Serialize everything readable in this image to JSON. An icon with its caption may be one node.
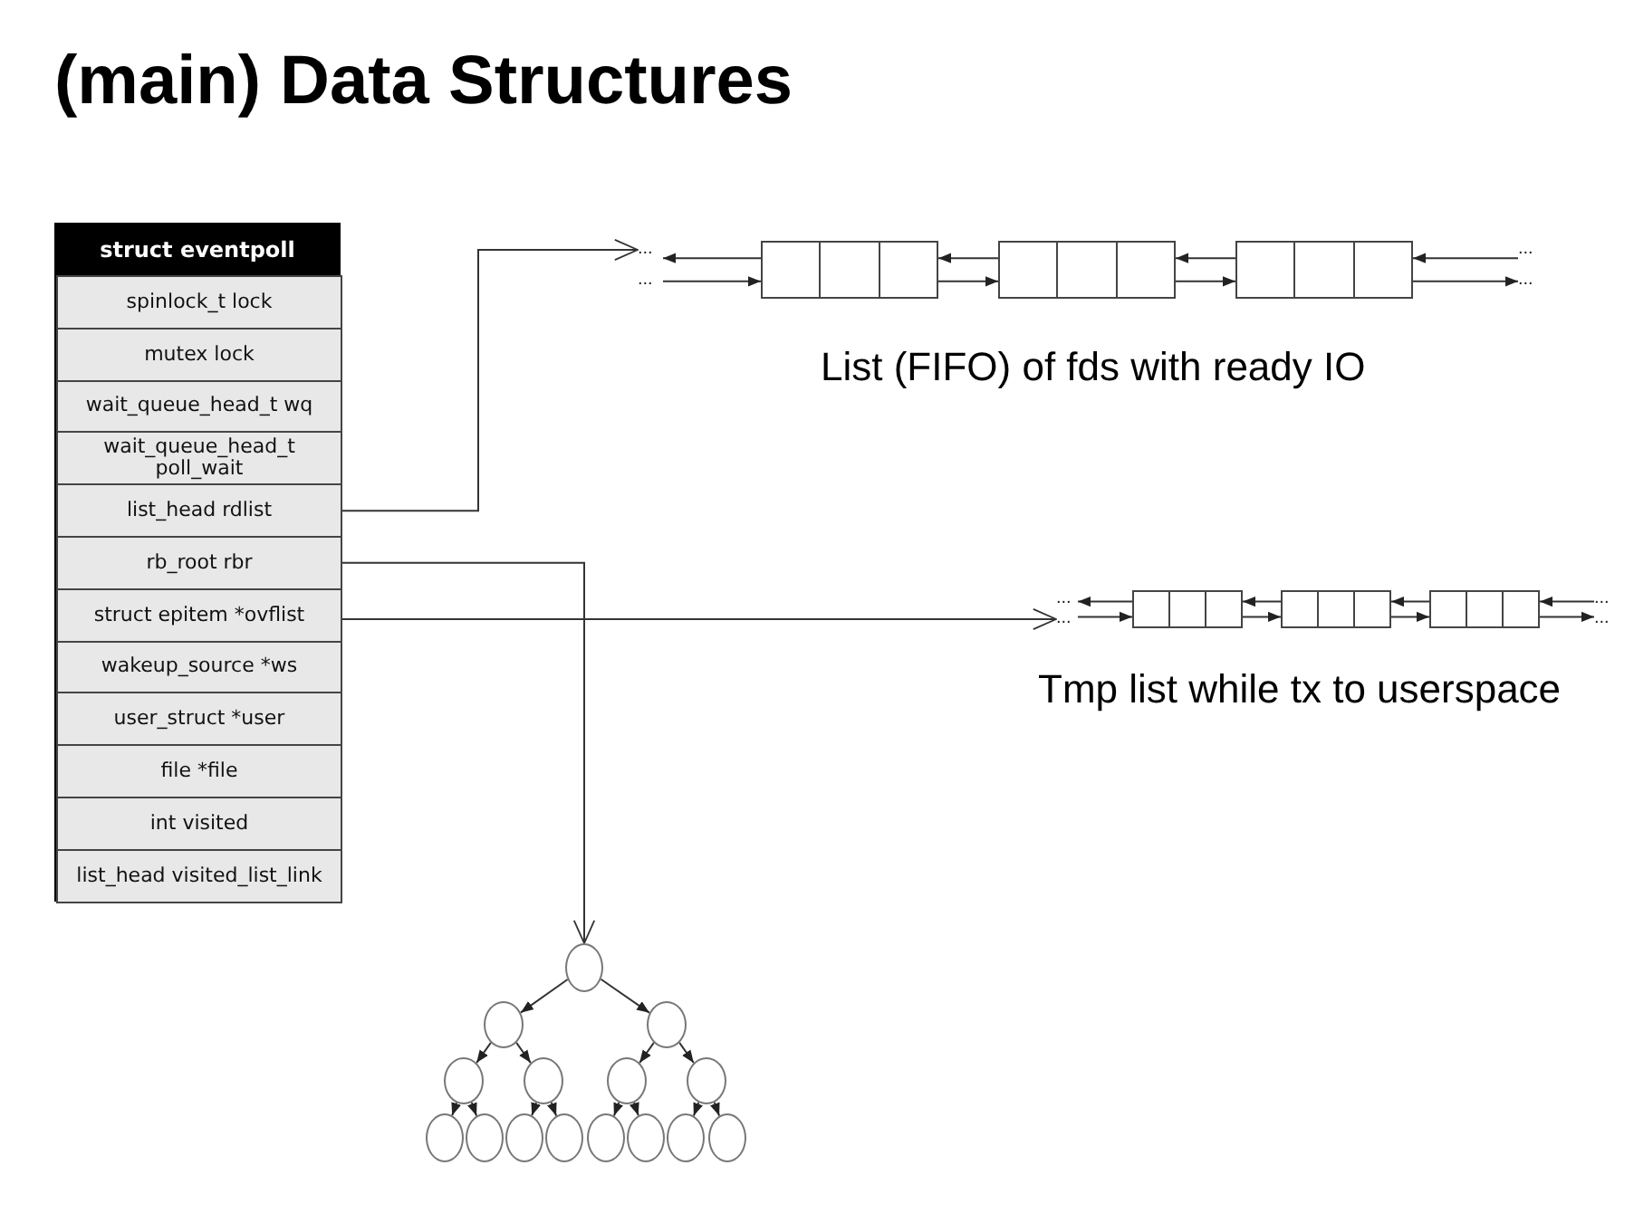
{
  "diagram": {
    "title": "(main) Data Structures",
    "nodes": [
      {
        "text": [
          "struct eventpoll"
        ]
      },
      {
        "text": [
          "spinlock_t lock"
        ],
        "in": 0
      },
      {
        "text": [
          "mutex lock"
        ],
        "in": 0
      },
      {
        "text": [
          "wait_queue_head_t wq"
        ],
        "in": 0
      },
      {
        "text": [
          "wait_queue_head_t poll_wait"
        ],
        "in": 0
      },
      {
        "text": [
          "list_head rdlist"
        ],
        "in": 0
      },
      {
        "text": [
          "rb_root rbr"
        ],
        "in": 0
      },
      {
        "text": [
          "struct epitem *ovflist"
        ],
        "in": 0
      },
      {
        "text": [
          "wakeup_source *ws"
        ],
        "in": 0
      },
      {
        "text": [
          "user_struct *user"
        ],
        "in": 0
      },
      {
        "text": [
          "file *file"
        ],
        "in": 0
      },
      {
        "text": [
          "int visited"
        ],
        "in": 0
      },
      {
        "text": [
          "list_head visited_list_link"
        ],
        "in": 0
      },
      {
        "text": [
          "..."
        ]
      },
      {
        "text": [
          "..."
        ]
      },
      {
        "text": [],
        "shape": "box"
      },
      {
        "text": [],
        "shape": "box"
      },
      {
        "text": [],
        "shape": "box"
      },
      {
        "text": [
          "..."
        ]
      },
      {
        "text": [
          "..."
        ]
      },
      {
        "text": [
          "..."
        ]
      },
      {
        "text": [
          "..."
        ]
      },
      {
        "text": [],
        "shape": "box"
      },
      {
        "text": [],
        "shape": "box"
      },
      {
        "text": [],
        "shape": "box"
      },
      {
        "text": [
          "..."
        ]
      },
      {
        "text": [
          "..."
        ]
      },
      {
        "text": [],
        "shape": "circle"
      },
      {
        "text": [],
        "shape": "circle"
      },
      {
        "text": [],
        "shape": "circle"
      },
      {
        "text": [],
        "shape": "circle"
      },
      {
        "text": [],
        "shape": "circle"
      },
      {
        "text": [],
        "shape": "circle"
      },
      {
        "text": [],
        "shape": "circle"
      },
      {
        "text": [],
        "shape": "circle"
      },
      {
        "text": [],
        "shape": "circle"
      },
      {
        "text": [],
        "shape": "circle"
      },
      {
        "text": [],
        "shape": "circle"
      },
      {
        "text": [],
        "shape": "circle"
      },
      {
        "text": [],
        "shape": "circle"
      },
      {
        "text": [],
        "shape": "circle"
      },
      {
        "text": [],
        "shape": "circle"
      }
    ],
    "edges": [
      {
        "from": 5,
        "to": 13,
        "arrow": "to"
      },
      {
        "from": 6,
        "to": 27,
        "arrow": "to"
      },
      {
        "from": 7,
        "to": 21,
        "arrow": "to"
      },
      {
        "from": 15,
        "to": 13,
        "arrow": "to"
      },
      {
        "from": 14,
        "to": 15,
        "arrow": "to"
      },
      {
        "from": 16,
        "to": 15,
        "arrow": "to"
      },
      {
        "from": 15,
        "to": 16,
        "arrow": "to"
      },
      {
        "from": 17,
        "to": 16,
        "arrow": "to"
      },
      {
        "from": 16,
        "to": 17,
        "arrow": "to"
      },
      {
        "from": 18,
        "to": 17,
        "arrow": "to"
      },
      {
        "from": 17,
        "to": 19,
        "arrow": "to"
      },
      {
        "from": 22,
        "to": 20,
        "arrow": "to"
      },
      {
        "from": 21,
        "to": 22,
        "arrow": "to"
      },
      {
        "from": 23,
        "to": 22,
        "arrow": "to"
      },
      {
        "from": 22,
        "to": 23,
        "arrow": "to"
      },
      {
        "from": 24,
        "to": 23,
        "arrow": "to"
      },
      {
        "from": 23,
        "to": 24,
        "arrow": "to"
      },
      {
        "from": 25,
        "to": 24,
        "arrow": "to"
      },
      {
        "from": 24,
        "to": 26,
        "arrow": "to"
      },
      {
        "from": 27,
        "to": 28,
        "arrow": "to"
      },
      {
        "from": 27,
        "to": 29,
        "arrow": "to"
      },
      {
        "from": 28,
        "to": 30,
        "arrow": "to"
      },
      {
        "from": 28,
        "to": 31,
        "arrow": "to"
      },
      {
        "from": 29,
        "to": 32,
        "arrow": "to"
      },
      {
        "from": 29,
        "to": 33,
        "arrow": "to"
      },
      {
        "from": 30,
        "to": 34,
        "arrow": "to"
      },
      {
        "from": 30,
        "to": 35,
        "arrow": "to"
      },
      {
        "from": 31,
        "to": 36,
        "arrow": "to"
      },
      {
        "from": 31,
        "to": 37,
        "arrow": "to"
      },
      {
        "from": 32,
        "to": 38,
        "arrow": "to"
      },
      {
        "from": 32,
        "to": 39,
        "arrow": "to"
      },
      {
        "from": 33,
        "to": 40,
        "arrow": "to"
      },
      {
        "from": 33,
        "to": 41,
        "arrow": "to"
      }
    ],
    "labels": [
      "List (FIFO) of fds with ready IO",
      "Tmp list while tx to userspace"
    ]
  }
}
